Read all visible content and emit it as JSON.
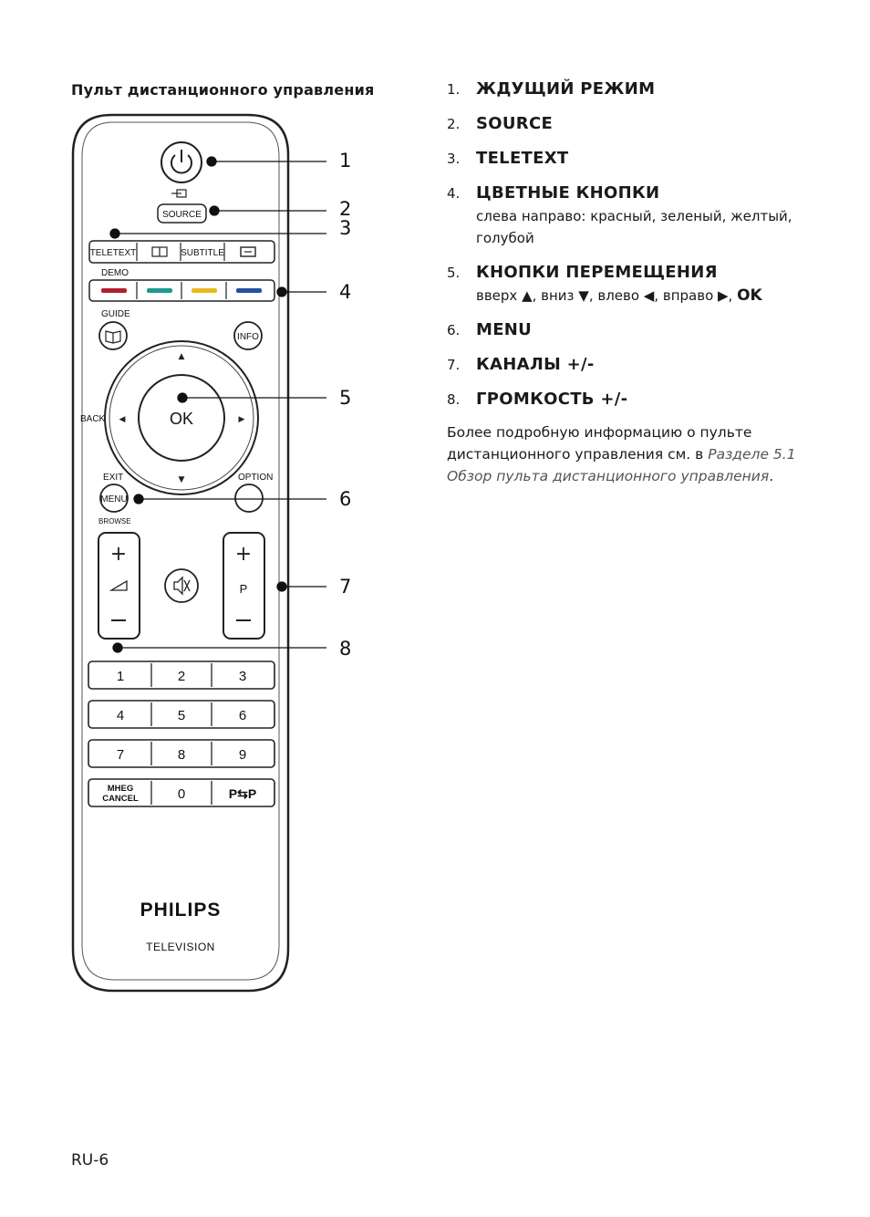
{
  "heading": "Пульт дистанционного управления",
  "page_number": "RU-6",
  "items": [
    {
      "num": "1.",
      "title": "ЖДУЩИЙ РЕЖИМ"
    },
    {
      "num": "2.",
      "title": "SOURCE"
    },
    {
      "num": "3.",
      "title": "TELETEXT"
    },
    {
      "num": "4.",
      "title": "ЦВЕТНЫЕ КНОПКИ",
      "desc": "слева направо: красный, зеленый, желтый, голубой"
    },
    {
      "num": "5.",
      "title": "КНОПКИ ПЕРЕМЕЩЕНИЯ",
      "desc_prefix": "вверх ▲, вниз ▼, влево ◀, вправо ▶,",
      "desc_bold": "OK"
    },
    {
      "num": "6.",
      "title": "MENU"
    },
    {
      "num": "7.",
      "title": "КАНАЛЫ +/-"
    },
    {
      "num": "8.",
      "title": "ГРОМКОСТЬ +/-"
    }
  ],
  "para": {
    "text": "Более подробную информацию о пульте дистанционного управления см. в",
    "ref": "Разделе 5.1 Обзор пульта дистанционного управления",
    "end": "."
  },
  "remote": {
    "callouts": [
      "1",
      "2",
      "3",
      "4",
      "5",
      "6",
      "7",
      "8"
    ],
    "labels": {
      "source": "SOURCE",
      "teletext": "TELETEXT",
      "subtitle": "SUBTITLE",
      "demo": "DEMO",
      "guide": "GUIDE",
      "info": "INFO",
      "back": "BACK",
      "ok": "OK",
      "exit": "EXIT",
      "menu": "MENU",
      "browse": "BROWSE",
      "option": "OPTION",
      "p": "P",
      "mheg": "MHEG",
      "cancel": "CANCEL",
      "pp": "P⇆P",
      "brand": "PHILIPS",
      "television": "TELEVISION"
    },
    "digits": [
      "1",
      "2",
      "3",
      "4",
      "5",
      "6",
      "7",
      "8",
      "9",
      "0"
    ],
    "color_keys": [
      "#b1202a",
      "#1e9a8e",
      "#e8b81e",
      "#23509e"
    ]
  }
}
